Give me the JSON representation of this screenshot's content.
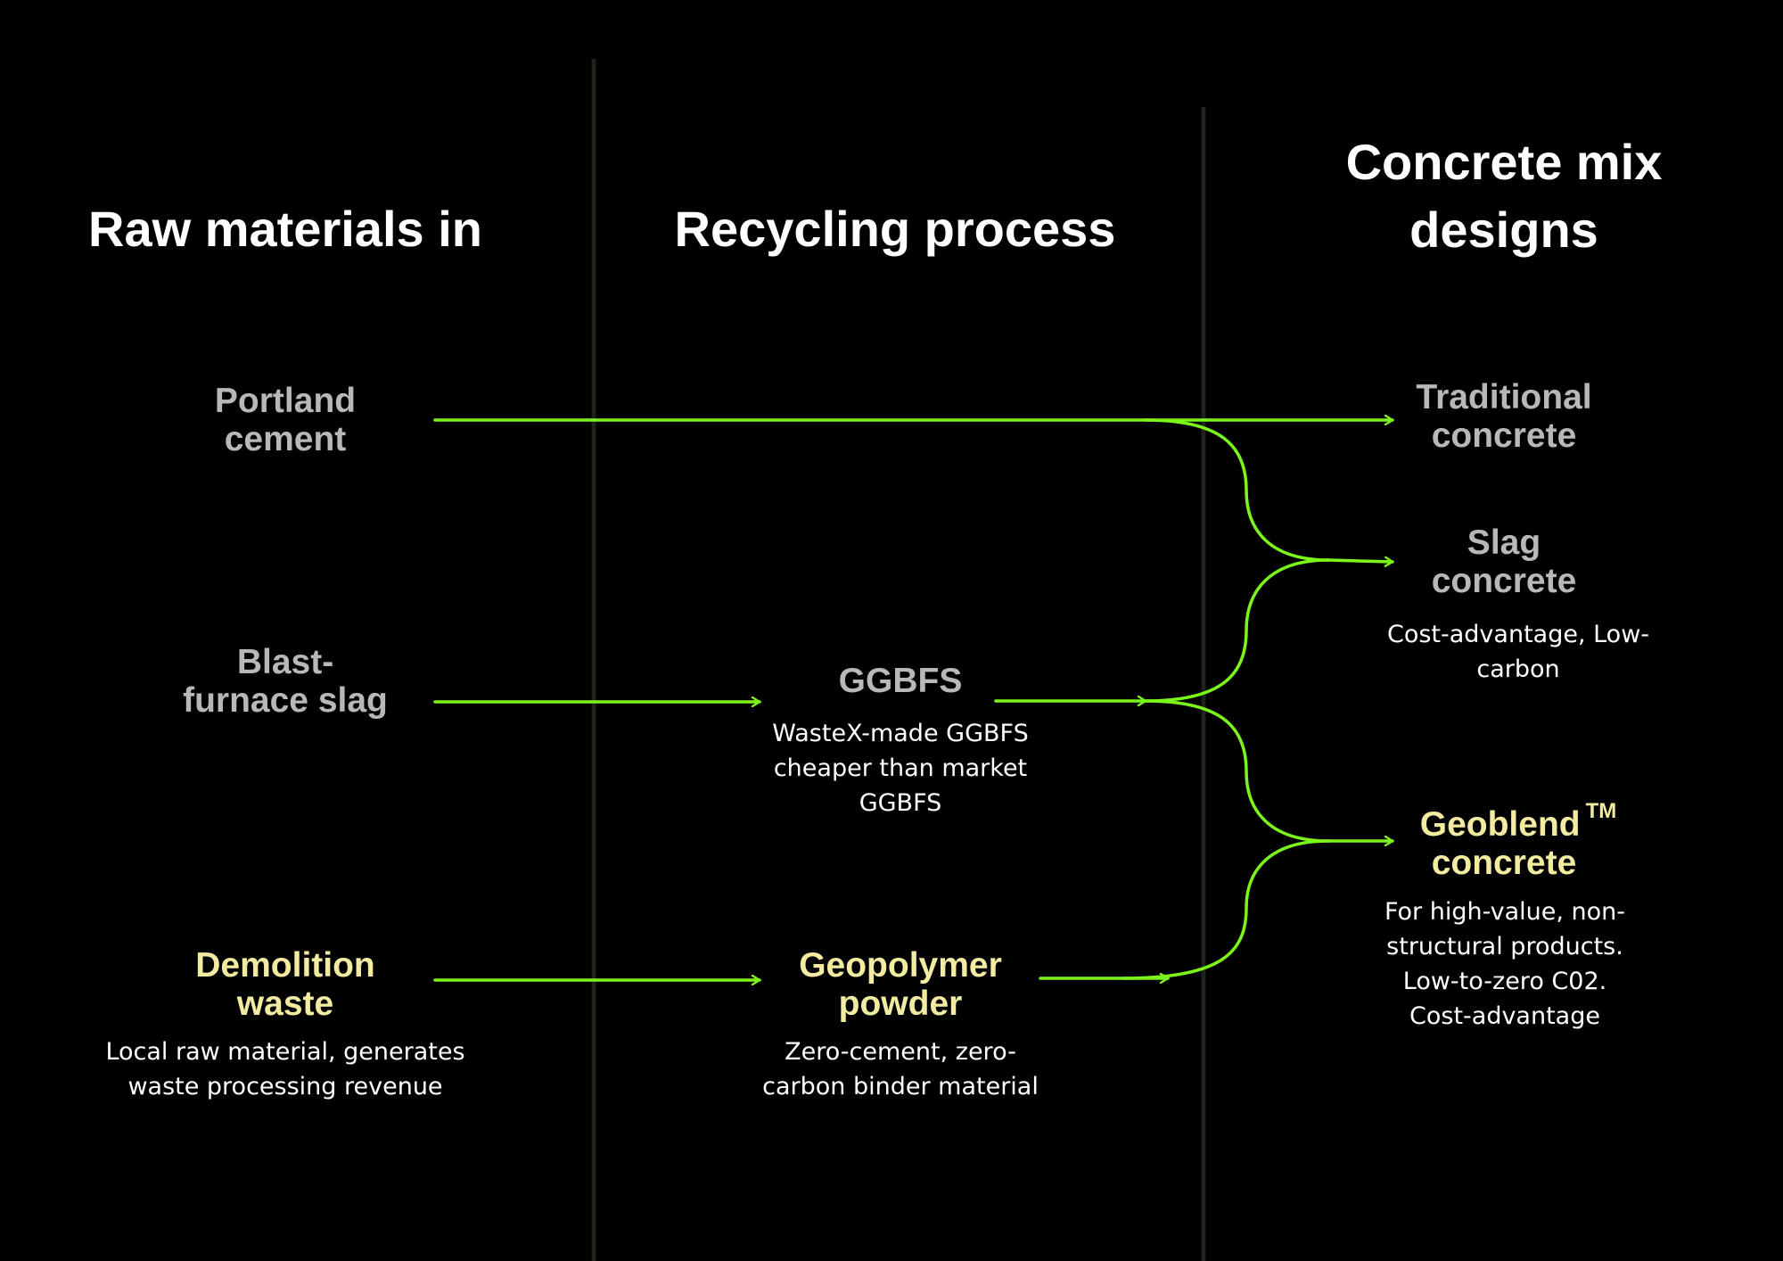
{
  "colors": {
    "background": "#000000",
    "arrow": "#7cf61a",
    "divider": "#1e2317",
    "label_grey": "#b8b8b8",
    "label_highlight": "#f2eba0",
    "heading": "#ffffff"
  },
  "columns": {
    "raw_materials": [
      "Raw materials in"
    ],
    "recycling": [
      "Recycling process"
    ],
    "mix_designs": [
      "Concrete mix",
      "designs"
    ]
  },
  "inputs": {
    "portland": {
      "lines": [
        "Portland",
        "cement"
      ]
    },
    "slag": {
      "lines": [
        "Blast-",
        "furnace slag"
      ]
    },
    "demolition": {
      "lines": [
        "Demolition",
        "waste"
      ],
      "desc": [
        "Local raw material, generates",
        "waste processing revenue"
      ]
    }
  },
  "process": {
    "ggbfs": {
      "lines": [
        "GGBFS"
      ],
      "desc": [
        "WasteX-made GGBFS",
        "cheaper than market",
        "GGBFS"
      ]
    },
    "geopolymer": {
      "lines": [
        "Geopolymer",
        "powder"
      ],
      "desc": [
        "Zero-cement, zero-",
        "carbon binder material"
      ]
    }
  },
  "outputs": {
    "traditional": {
      "lines": [
        "Traditional",
        "concrete"
      ]
    },
    "slag_concrete": {
      "lines": [
        "Slag",
        "concrete"
      ],
      "desc": [
        "Cost-advantage, Low-",
        "carbon"
      ]
    },
    "geoblend": {
      "name": "Geoblend",
      "tm": "TM",
      "line2": "concrete",
      "desc": [
        "For high-value, non-",
        "structural products.",
        "Low-to-zero C02.",
        "Cost-advantage"
      ]
    }
  }
}
